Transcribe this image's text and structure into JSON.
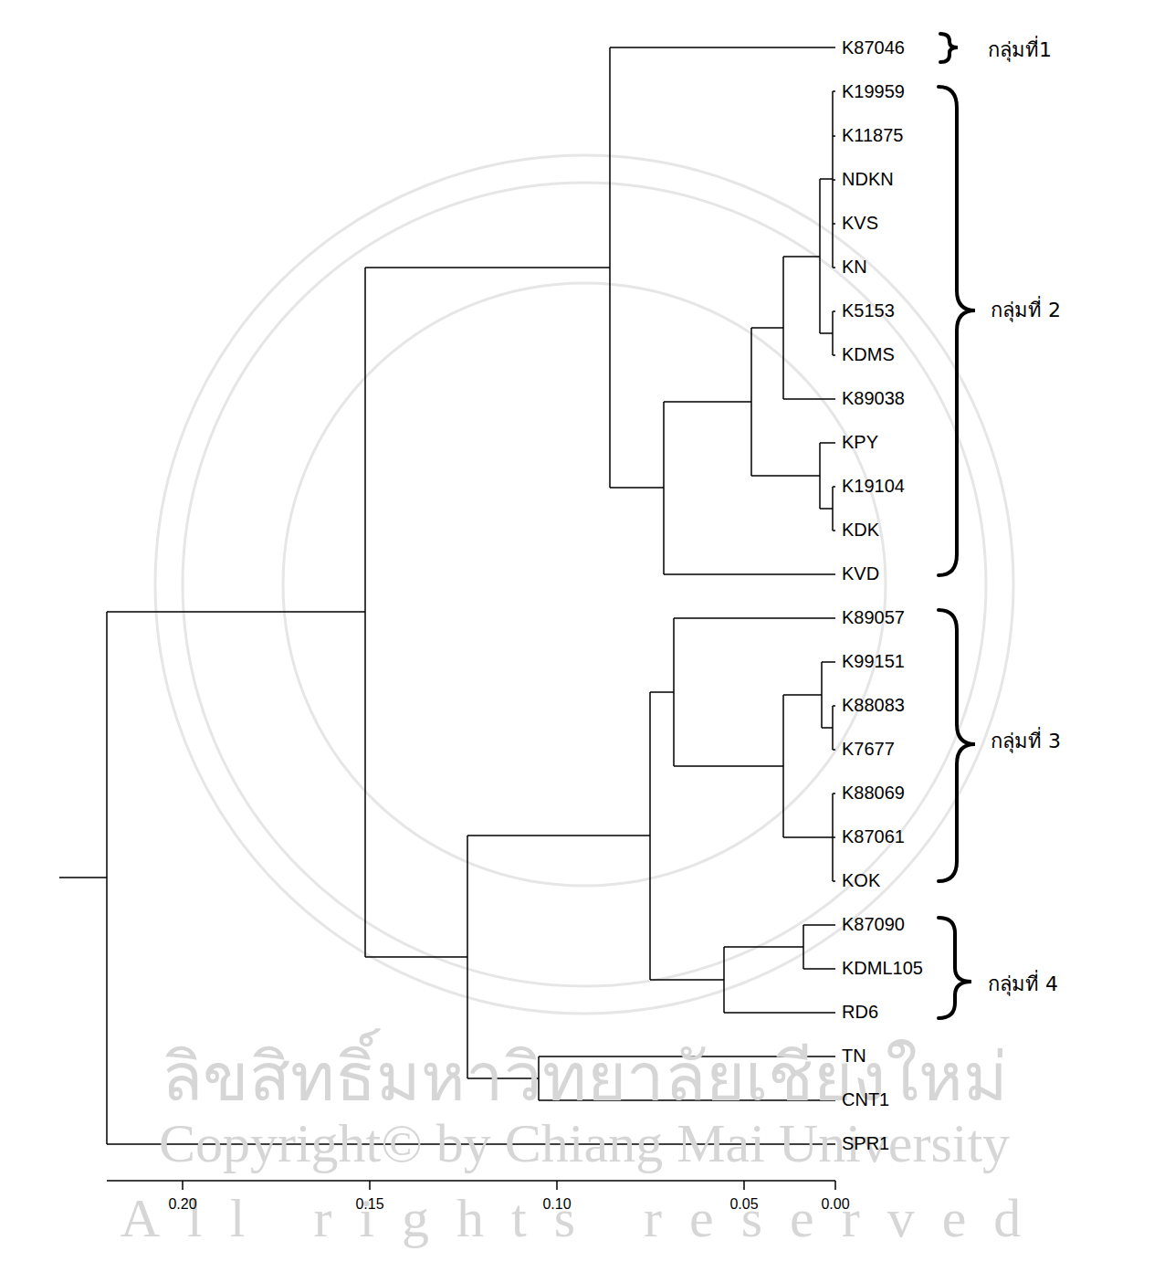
{
  "diagram": {
    "labels": [
      "K87046",
      "K19959",
      "K11875",
      "NDKN",
      "KVS",
      "KN",
      "K5153",
      "KDMS",
      "K89038",
      "KPY",
      "K19104",
      "KDK",
      "KVD",
      "K89057",
      "K99151",
      "K88083",
      "K7677",
      "K88069",
      "K87061",
      "KOK",
      "K87090",
      "KDML105",
      "RD6",
      "TN",
      "CNT1",
      "SPR1",
      "กลุ่มที่1",
      "กลุ่มที่ 2",
      "กลุ่มที่ 3",
      "กลุ่มที่ 4",
      "0.20",
      "0.15",
      "0.10",
      "0.05",
      "0.00",
      "ลิขสิทธิ์มหาวิทยาลัยเชียงใหม่",
      "Copyright© by Chiang Mai University",
      "All rights reserved"
    ]
  }
}
